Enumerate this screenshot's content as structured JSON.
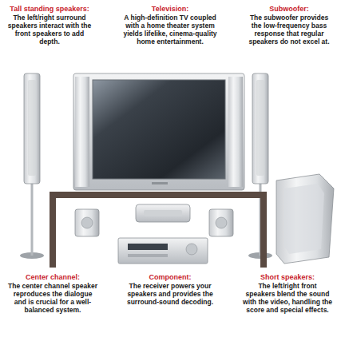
{
  "diagram": {
    "labels": [
      "Tall standing speakers:",
      "The left/right surround speakers interact with the front speakers to add depth.",
      "Television:",
      "A high-definition TV coupled with a home theater system yields lifelike, cinema-quality home entertainment.",
      "Subwoofer:",
      "The subwoofer provides the low-frequency bass response that regular speakers do not excel at.",
      "Center channel:",
      "The center channel speaker reproduces the dialogue and is crucial for a well-balanced system.",
      "Component:",
      "The receiver powers your speakers and provides the surround-sound decoding.",
      "Short speakers:",
      "The left/right front speakers blend the sound with the video, handling the score and special effects."
    ]
  }
}
